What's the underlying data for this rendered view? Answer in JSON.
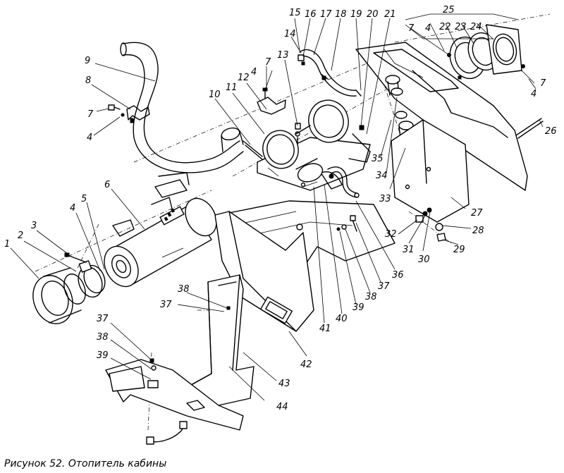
{
  "caption": "Рисунок 52. Отопитель кабины",
  "labels": {
    "l1": "1",
    "l2": "2",
    "l3": "3",
    "l4a": "4",
    "l4b": "4",
    "l4c": "4",
    "l4d": "4",
    "l4e": "4",
    "l5": "5",
    "l6": "6",
    "l7a": "7",
    "l7b": "7",
    "l7c": "7",
    "l7d": "7",
    "l8": "8",
    "l9": "9",
    "l10": "10",
    "l11": "11",
    "l12": "12",
    "l13": "13",
    "l14": "14",
    "l15": "15",
    "l16": "16",
    "l17": "17",
    "l18": "18",
    "l19": "19",
    "l20": "20",
    "l21": "21",
    "l22": "22",
    "l23": "23",
    "l24": "24",
    "l25": "25",
    "l26": "26",
    "l27": "27",
    "l28": "28",
    "l29": "29",
    "l30": "30",
    "l31": "31",
    "l32": "32",
    "l33": "33",
    "l34": "34",
    "l35": "35",
    "l36": "36",
    "l37a": "37",
    "l37b": "37",
    "l37c": "37",
    "l38a": "38",
    "l38b": "38",
    "l38c": "38",
    "l39a": "39",
    "l39b": "39",
    "l40": "40",
    "l41": "41",
    "l42": "42",
    "l43": "43",
    "l44": "44"
  }
}
